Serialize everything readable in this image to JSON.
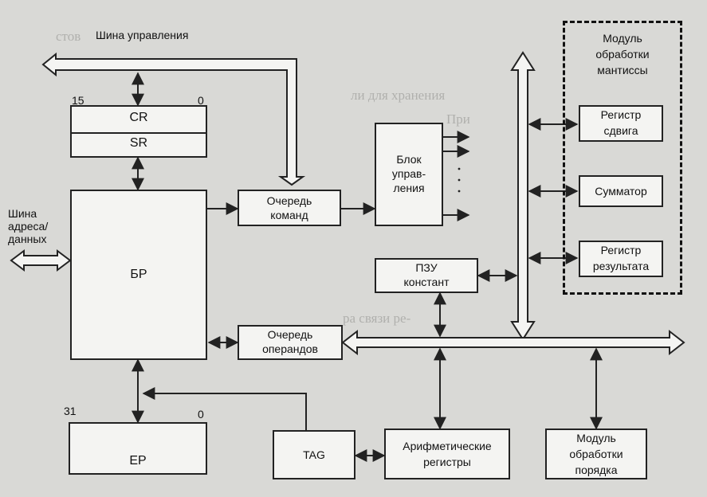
{
  "labels": {
    "control_bus": "Шина управления",
    "address_bus_line1": "Шина",
    "address_bus_line2": "адреса/",
    "address_bus_line3": "данных",
    "bit15": "15",
    "bit0_top": "0",
    "bit31": "31",
    "bit0_bottom": "0"
  },
  "blocks": {
    "cr": "CR",
    "sr": "SR",
    "br": "БР",
    "ep": "EP",
    "cmd_queue_line1": "Очередь",
    "cmd_queue_line2": "команд",
    "control_unit_line1": "Блок",
    "control_unit_line2": "управ-",
    "control_unit_line3": "ления",
    "rom_line1": "ПЗУ",
    "rom_line2": "констант",
    "op_queue_line1": "Очередь",
    "op_queue_line2": "операндов",
    "tag": "TAG",
    "arith_line1": "Арифметические",
    "arith_line2": "регистры",
    "exp_line1": "Модуль",
    "exp_line2": "обработки",
    "exp_line3": "порядка",
    "mant_line1": "Модуль",
    "mant_line2": "обработки",
    "mant_line3": "мантиссы",
    "shift_line1": "Регистр",
    "shift_line2": "сдвига",
    "adder": "Сумматор",
    "result_line1": "Регистр",
    "result_line2": "результата"
  },
  "colors": {
    "background": "#d9d9d6",
    "box_fill": "#f4f4f2",
    "line": "#222222"
  }
}
